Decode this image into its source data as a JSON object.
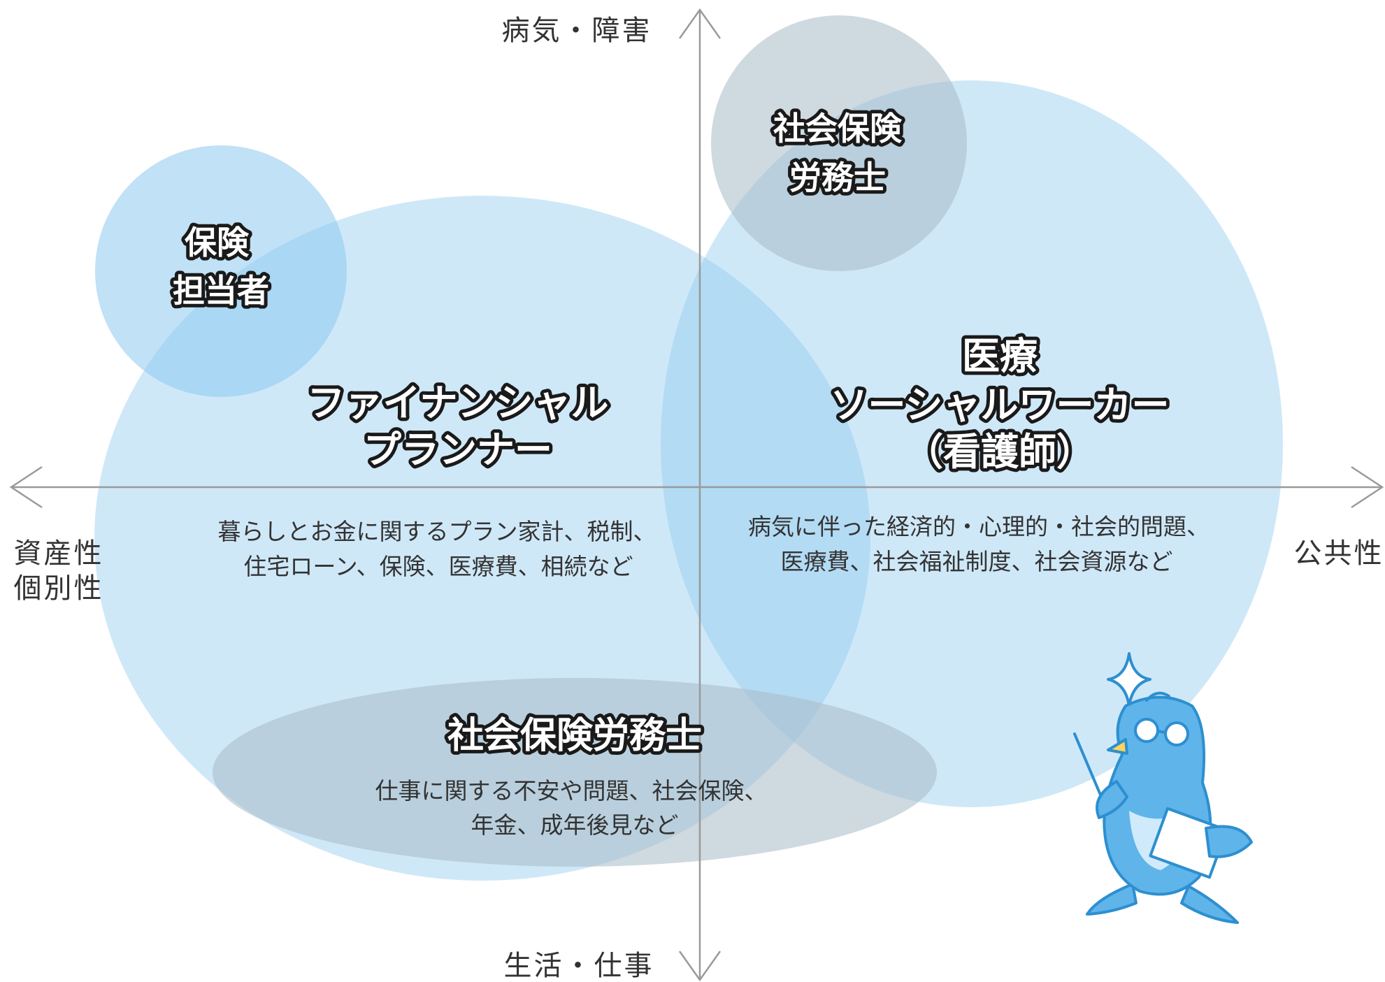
{
  "axes": {
    "top": "病気・障害",
    "bottom": "生活・仕事",
    "left_line1": "資産性",
    "left_line2": "個別性",
    "right": "公共性"
  },
  "roles": {
    "insurance_agent": {
      "line1": "保険",
      "line2": "担当者"
    },
    "financial_planner": {
      "line1": "ファイナンシャル",
      "line2": "プランナー",
      "desc1": "暮らしとお金に関するプラン家計、税制、",
      "desc2": "住宅ローン、保険、医療費、相続など"
    },
    "sharoushi_top": {
      "line1": "社会保険",
      "line2": "労務士"
    },
    "medical_social_worker": {
      "line1": "医療",
      "line2": "ソーシャルワーカー",
      "line3": "（看護師）",
      "desc1": "病気に伴った経済的・心理的・社会的問題、",
      "desc2": "医療費、社会福祉制度、社会資源など"
    },
    "sharoushi_bottom": {
      "line1": "社会保険労務士",
      "desc1": "仕事に関する不安や問題、社会保険、",
      "desc2": "年金、成年後見など"
    }
  },
  "colors": {
    "light_blue": "#cfe8f8",
    "mid_blue": "#9ccdee",
    "gray_blue": "#b9c9d6",
    "axis": "#999999",
    "mascot": "#5fb4ea"
  }
}
